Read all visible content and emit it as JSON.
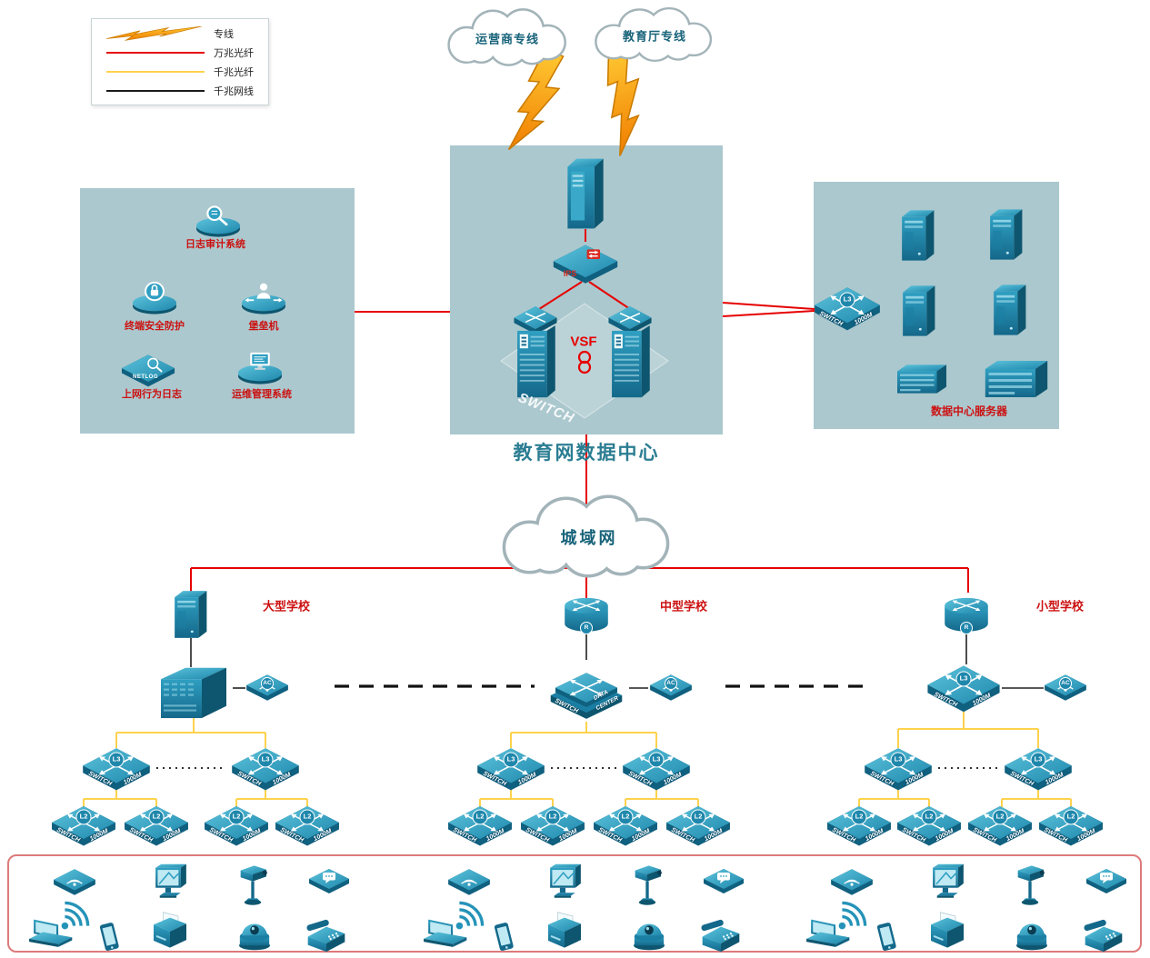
{
  "legend": {
    "items": [
      {
        "label": "专线"
      },
      {
        "label": "万兆光纤"
      },
      {
        "label": "千兆光纤"
      },
      {
        "label": "千兆网线"
      }
    ]
  },
  "top_clouds": [
    {
      "label": "运营商专线"
    },
    {
      "label": "教育厅专线"
    }
  ],
  "man_cloud": {
    "label": "城域网"
  },
  "datacenter": {
    "title": "教育网数据中心"
  },
  "labels": {
    "switch": "SWITCH",
    "speed": "1000M",
    "l3": "L3",
    "l2": "L2",
    "ac": "AC",
    "router": "R",
    "data": "DATA",
    "center": "CENTER",
    "ips": "IPS",
    "vsf": "VSF",
    "netlog": "NETLOG"
  },
  "security_zone": {
    "items": [
      {
        "label": "日志审计系统"
      },
      {
        "label": "终端安全防护"
      },
      {
        "label": "堡垒机"
      },
      {
        "label": "上网行为日志"
      },
      {
        "label": "运维管理系统"
      }
    ]
  },
  "server_zone": {
    "caption": "数据中心服务器"
  },
  "schools": [
    {
      "name": "大型学校"
    },
    {
      "name": "中型学校"
    },
    {
      "name": "小型学校"
    }
  ],
  "colors": {
    "line_10g_fiber": "#e60000",
    "line_1g_fiber": "#ffd24d",
    "line_1g_copper": "#1a1a1a",
    "device_teal": "#1f87ac",
    "zone_bg": "#abc8ce",
    "label_red": "#cc1111"
  }
}
